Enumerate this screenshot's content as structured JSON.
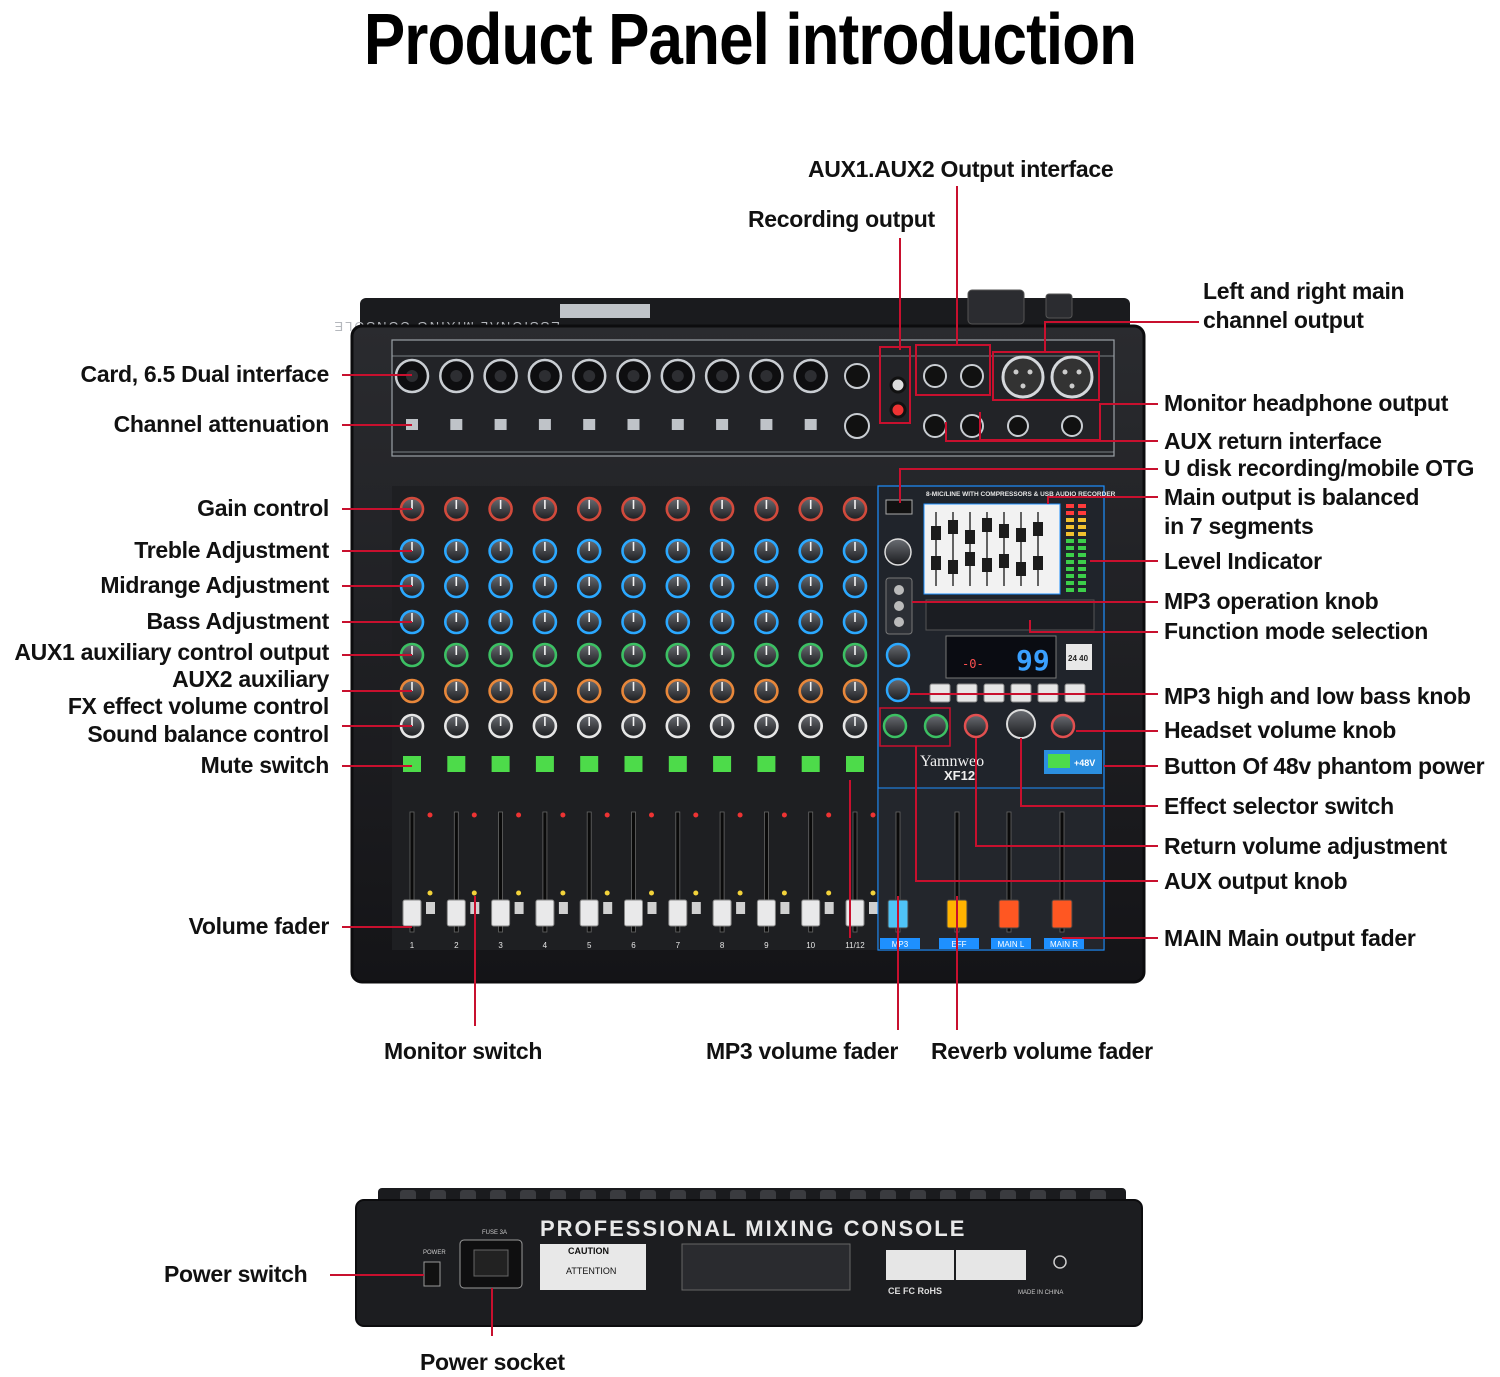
{
  "title": "Product Panel introduction",
  "front_panel": {
    "brand": "Yamnweo",
    "model": "XF12",
    "top_banner": "ESSIONAL MIXING CONSOLE",
    "dsp_header": "8-MIC/LINE WITH COMPRESSORS & USB AUDIO RECORDER",
    "display_value": "99",
    "display_value_small": "-0-",
    "badge": "24 40",
    "channel_numbers": [
      "1",
      "2",
      "3",
      "4",
      "5",
      "6",
      "7",
      "8",
      "9",
      "10",
      "11/12"
    ],
    "master_labels": [
      "MP3",
      "EFF",
      "MAIN L",
      "MAIN R"
    ],
    "phantom_label": "+48V"
  },
  "rear_panel": {
    "title": "PROFESSIONAL MIXING CONSOLE",
    "power_label": "POWER",
    "fuse_label": "FUSE 3A",
    "caution_label": "CAUTION",
    "attention_label": "ATTENTION",
    "cert_marks": "CE FC RoHS",
    "made_in": "MADE IN CHINA"
  },
  "labels": {
    "aux_output": "AUX1.AUX2 Output interface",
    "recording_output": "Recording output",
    "lr_main_output_1": "Left and right main",
    "lr_main_output_2": "channel output",
    "card_interface": "Card, 6.5 Dual interface",
    "channel_attenuation": "Channel attenuation",
    "monitor_headphone": "Monitor headphone output",
    "aux_return": "AUX return interface",
    "u_disk": "U disk recording/mobile OTG",
    "main_balanced_1": "Main output is balanced",
    "main_balanced_2": "in 7 segments",
    "gain_control": "Gain control",
    "treble": "Treble Adjustment",
    "midrange": "Midrange Adjustment",
    "bass": "Bass Adjustment",
    "aux1": "AUX1 auxiliary control output",
    "aux2": "AUX2 auxiliary",
    "fx_volume": "FX effect volume control",
    "sound_balance": "Sound balance control",
    "mute_switch": "Mute switch",
    "level_indicator": "Level Indicator",
    "mp3_knob": "MP3 operation knob",
    "function_mode": "Function mode selection",
    "mp3_bass_knob": "MP3 high and low bass knob",
    "headset_volume": "Headset volume knob",
    "phantom_button": "Button Of 48v phantom power",
    "effect_selector": "Effect selector switch",
    "return_volume": "Return volume adjustment",
    "aux_output_knob": "AUX output knob",
    "main_fader": "MAIN Main output fader",
    "volume_fader": "Volume fader",
    "monitor_switch": "Monitor switch",
    "mp3_fader": "MP3 volume fader",
    "reverb_fader": "Reverb volume fader",
    "power_switch": "Power switch",
    "power_socket": "Power socket"
  },
  "colors": {
    "leader": "#c8102e",
    "panel": "#1c1d20",
    "panel_edge": "#0c0c0e",
    "mute_green": "#4ddb4a",
    "display_blue": "#3aa0ff",
    "accent_blue": "#1e90ff"
  }
}
